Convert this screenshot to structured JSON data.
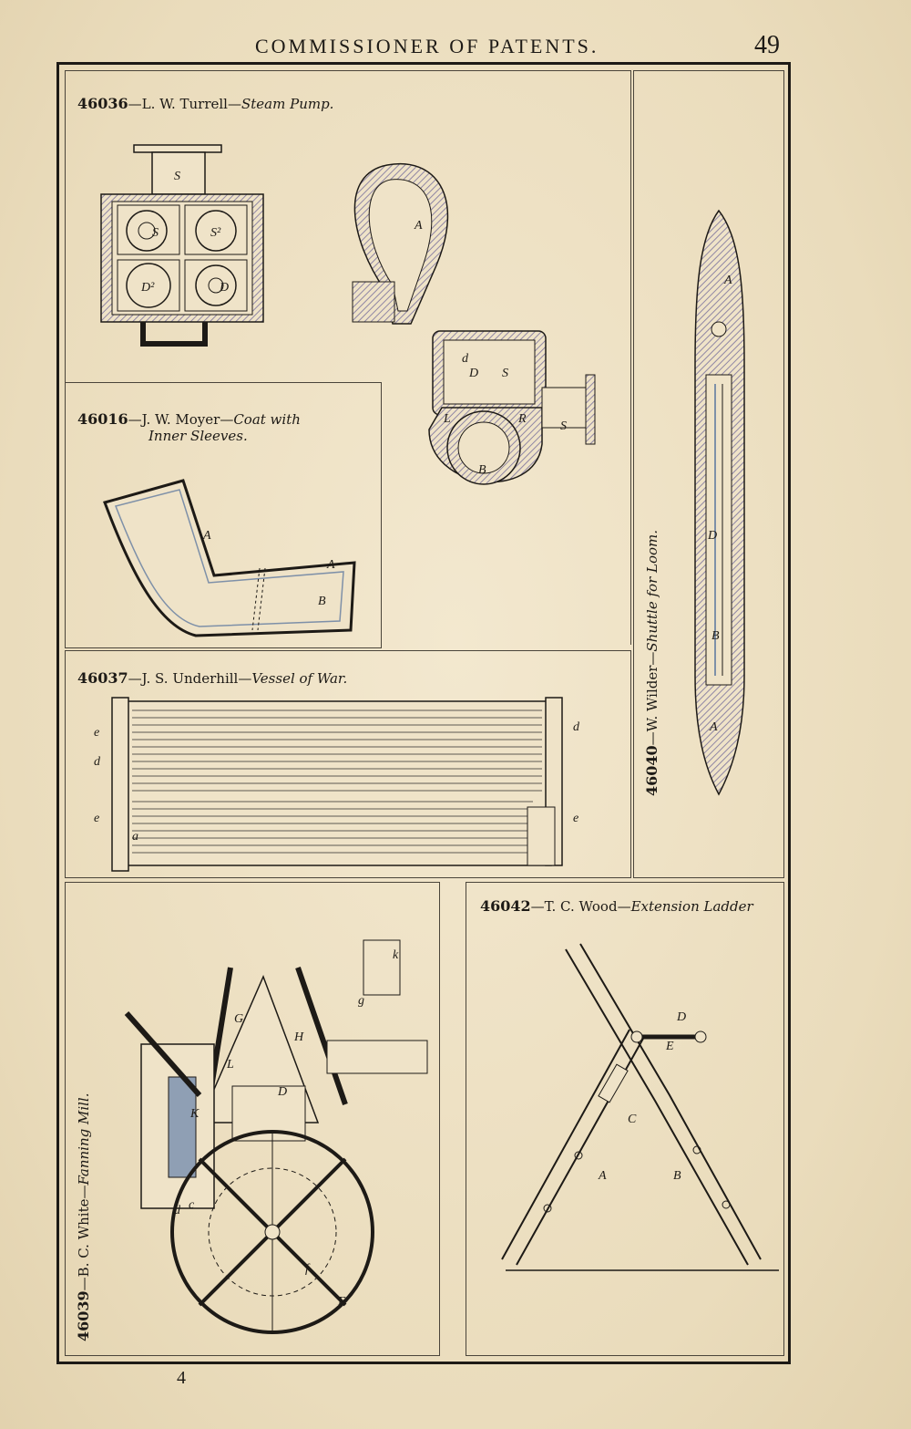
{
  "header": {
    "running_title": "COMMISSIONER OF PATENTS.",
    "page_number": "49"
  },
  "footer": {
    "signature_mark": "4"
  },
  "patents": [
    {
      "number": "46036",
      "separator": "—",
      "inventor": "L. W. Turrell",
      "title": "Steam Pump."
    },
    {
      "number": "46016",
      "separator": "—",
      "inventor": "J. W. Moyer",
      "title": "Coat with",
      "title_line2": "Inner Sleeves."
    },
    {
      "number": "46037",
      "separator": "—",
      "inventor": "J. S. Underhill",
      "title": "Vessel of War."
    },
    {
      "number": "46040",
      "separator": "—",
      "inventor": "W. Wilder",
      "title": "Shuttle for Loom."
    },
    {
      "number": "46039",
      "separator": "—",
      "inventor": "B. C. White",
      "title": "Fanning Mill."
    },
    {
      "number": "46042",
      "separator": "—",
      "inventor": "T. C. Wood",
      "title": "Extension Ladder"
    }
  ],
  "figure_labels": {
    "steam_pump": [
      "S",
      "S",
      "S²",
      "D²",
      "D",
      "A",
      "d",
      "D",
      "S",
      "L",
      "R",
      "S",
      "B"
    ],
    "coat": [
      "A",
      "A",
      "B"
    ],
    "vessel": [
      "e",
      "d",
      "e",
      "a",
      "d",
      "e"
    ],
    "shuttle": [
      "A",
      "D",
      "B",
      "A"
    ],
    "fanning_mill": [
      "k",
      "g",
      "L",
      "G",
      "H",
      "D",
      "K",
      "d",
      "c",
      "f",
      "E"
    ],
    "ladder": [
      "D",
      "E",
      "C",
      "A",
      "B"
    ]
  },
  "colors": {
    "paper": "#efe3c8",
    "ink": "#1d1a16",
    "hatch_tint": "#9a8fb0"
  }
}
